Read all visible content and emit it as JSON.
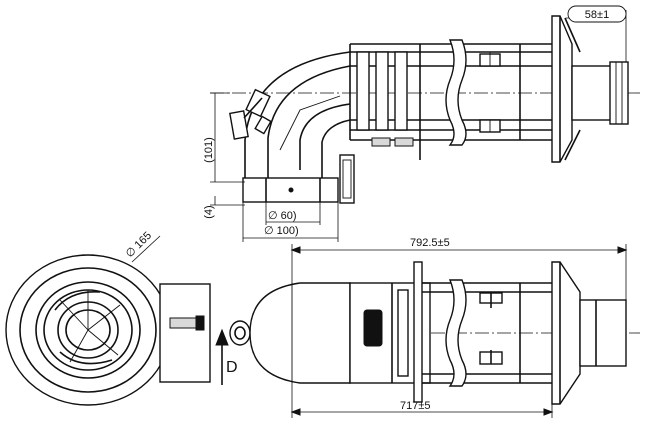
{
  "dimensions": {
    "width_tolerance": "58±1",
    "height_101": "(101)",
    "height_4": "(4)",
    "dia_60": "∅ 60)",
    "dia_100": "∅ 100)",
    "dia_165": "∅ 165",
    "length_total": "792.5±5",
    "length_717": "717±5"
  },
  "labels": {
    "view_d": "D"
  }
}
